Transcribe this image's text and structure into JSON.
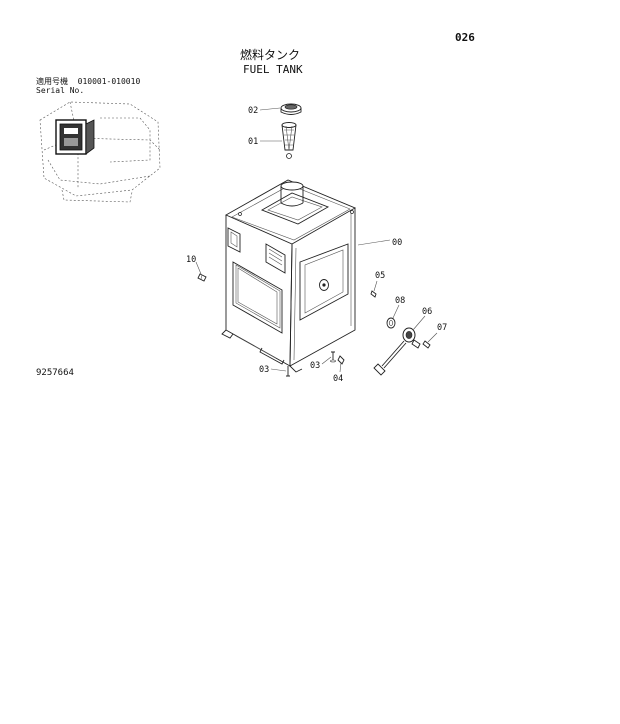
{
  "header": {
    "page_number": "026",
    "title_jp": "燃料タンク",
    "title_en": "FUEL TANK"
  },
  "serial": {
    "label_jp": "適用号機",
    "range": "010001-010010",
    "label_en": "Serial No."
  },
  "drawing_number": "9257664",
  "callouts": [
    {
      "id": "fuel-tank",
      "label": "00"
    },
    {
      "id": "strainer",
      "label": "01"
    },
    {
      "id": "cap",
      "label": "02"
    },
    {
      "id": "bolt",
      "label": "03"
    },
    {
      "id": "bolt-b",
      "label": "03"
    },
    {
      "id": "washer",
      "label": "04"
    },
    {
      "id": "plug",
      "label": "05"
    },
    {
      "id": "sensor",
      "label": "06"
    },
    {
      "id": "screw",
      "label": "07"
    },
    {
      "id": "gasket",
      "label": "08"
    },
    {
      "id": "drain-plug",
      "label": "10"
    }
  ]
}
